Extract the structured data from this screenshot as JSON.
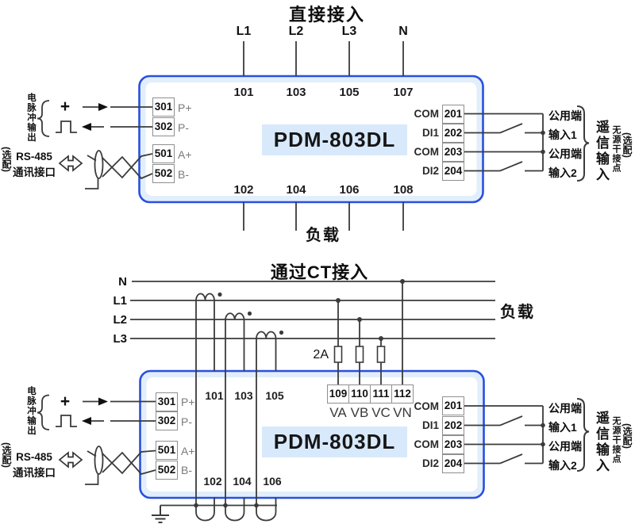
{
  "colors": {
    "device_border": "#2850e0",
    "device_band": "#e2eefb",
    "model_label_bg": "#d8e9fb",
    "wire": "#3b3b3b",
    "terminal_box_border": "#8f8f8f",
    "muted_pin_text": "#7a7a7a"
  },
  "top": {
    "title": "直接接入",
    "phases": [
      "L1",
      "L2",
      "L3",
      "N"
    ],
    "in_terminals": [
      "101",
      "103",
      "105",
      "107"
    ],
    "out_terminals": [
      "102",
      "104",
      "106",
      "108"
    ],
    "load": "负载",
    "model": "PDM-803DL"
  },
  "bottom": {
    "title": "通过CT接入",
    "phases": [
      "N",
      "L1",
      "L2",
      "L3"
    ],
    "load": "负载",
    "fuse_rating": "2A",
    "volt_terminals": [
      "109",
      "110",
      "111",
      "112"
    ],
    "volt_names": [
      "VA",
      "VB",
      "VC",
      "VN"
    ],
    "ct_in": [
      "101",
      "103",
      "105"
    ],
    "ct_out": [
      "102",
      "104",
      "106"
    ],
    "model": "PDM-803DL"
  },
  "pulse": {
    "group_label": "电脉冲输出",
    "plus": "+",
    "terminals": [
      {
        "no": "301",
        "name": "P+"
      },
      {
        "no": "302",
        "name": "P-"
      }
    ]
  },
  "rs485": {
    "optional": "(选配)",
    "line1": "RS-485",
    "line2": "通讯接口",
    "terminals": [
      {
        "no": "501",
        "name": "A+"
      },
      {
        "no": "502",
        "name": "B-"
      }
    ]
  },
  "di": {
    "rows": [
      {
        "name": "COM",
        "no": "201",
        "label": "公用端"
      },
      {
        "name": "DI1",
        "no": "202",
        "label": "输入1"
      },
      {
        "name": "COM",
        "no": "203",
        "label": "公用端"
      },
      {
        "name": "DI2",
        "no": "204",
        "label": "输入2"
      }
    ],
    "group_label": "遥信输入",
    "note": "无源干接点",
    "optional": "(选配)"
  }
}
